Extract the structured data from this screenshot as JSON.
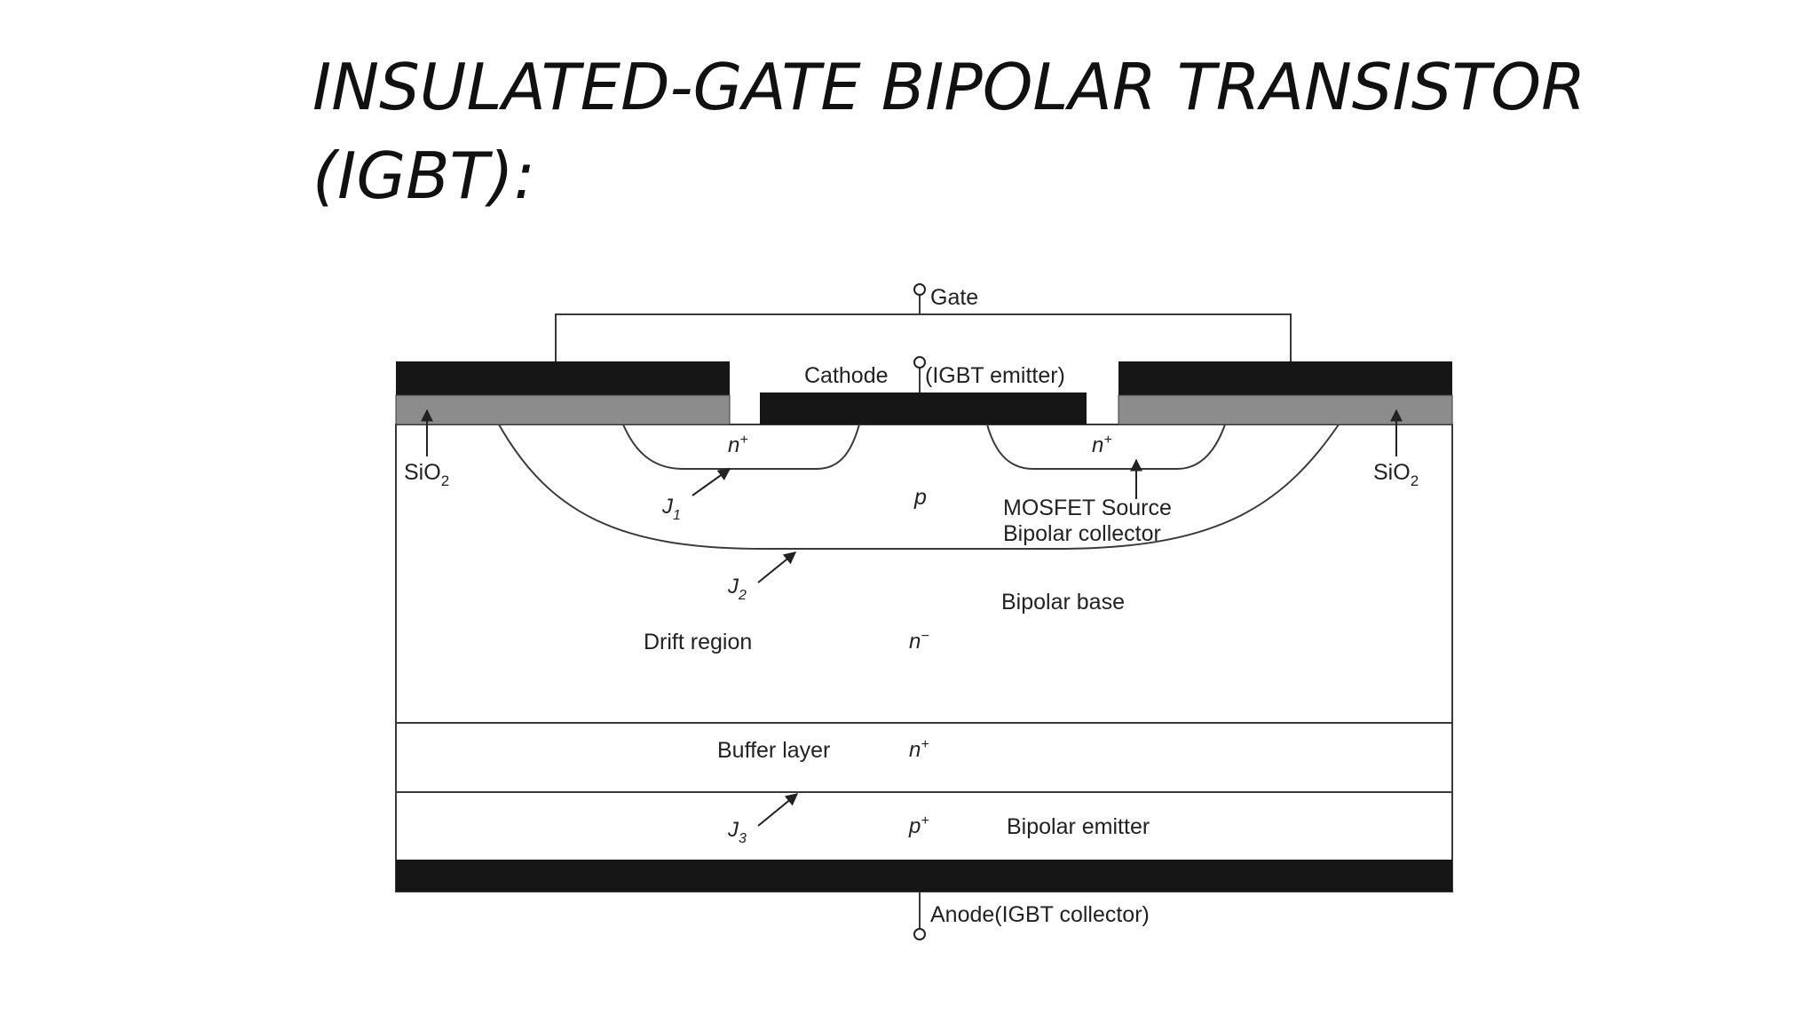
{
  "slide": {
    "title_line1": "INSULATED-GATE BIPOLAR TRANSISTOR",
    "title_line2": "(IGBT):"
  },
  "diagram": {
    "terminals": {
      "gate": "Gate",
      "cathode_main": "Cathode",
      "cathode_paren": "(IGBT emitter)",
      "anode": "Anode(IGBT collector)"
    },
    "oxide": {
      "base": "SiO",
      "sub": "2"
    },
    "regions": {
      "n_plus_base": "n",
      "n_plus_sup": "+",
      "p": "p",
      "n_minus_base": "n",
      "n_minus_sup": "−",
      "p_plus_base": "p",
      "p_plus_sup": "+"
    },
    "junctions": {
      "j_base": "J",
      "j1_sub": "1",
      "j2_sub": "2",
      "j3_sub": "3"
    },
    "labels": {
      "mosfet_source": "MOSFET Source",
      "bipolar_collector": "Bipolar collector",
      "bipolar_base": "Bipolar base",
      "drift_region": "Drift region",
      "buffer_layer": "Buffer layer",
      "bipolar_emitter": "Bipolar emitter"
    },
    "colors": {
      "metal": "#161616",
      "oxide": "#8c8c8c",
      "line": "#3a3a3a"
    }
  }
}
